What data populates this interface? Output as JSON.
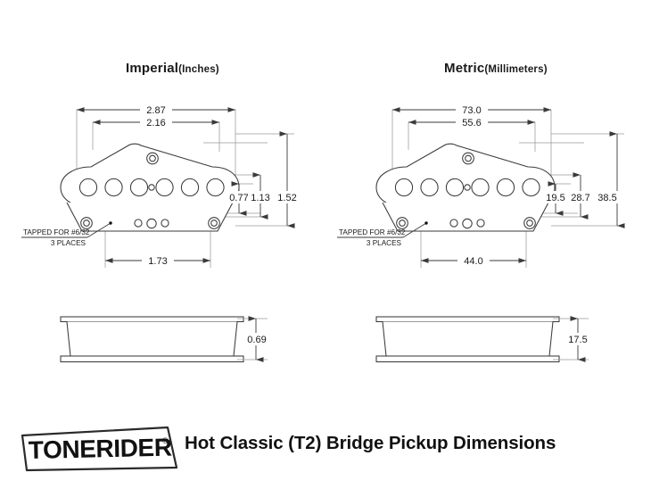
{
  "document": {
    "title": "Hot Classic (T2) Bridge Pickup Dimensions",
    "brand": "TONERIDER",
    "brand_mark": "®",
    "background_color": "#ffffff",
    "line_color": "#3a3a3a",
    "text_color": "#1a1a1a"
  },
  "columns": [
    {
      "id": "imperial",
      "name": "Imperial",
      "unit_label": "(Inches)",
      "unit": "in",
      "note": {
        "line1": "TAPPED FOR #6/32",
        "line2": "3 PLACES"
      },
      "dimensions": {
        "overall_width": "2.87",
        "inner_width": "2.16",
        "screw_spacing": "1.73",
        "pole_to_bottom": "0.77",
        "mid_height": "1.13",
        "overall_height": "1.52",
        "side_height": "0.69"
      }
    },
    {
      "id": "metric",
      "name": "Metric",
      "unit_label": "(Millimeters)",
      "unit": "mm",
      "note": {
        "line1": "TAPPED FOR #6/32",
        "line2": "3 PLACES"
      },
      "dimensions": {
        "overall_width": "73.0",
        "inner_width": "55.6",
        "screw_spacing": "44.0",
        "pole_to_bottom": "19.5",
        "mid_height": "28.7",
        "overall_height": "38.5",
        "side_height": "17.5"
      }
    }
  ],
  "drawing_features": {
    "pole_piece_count": 6,
    "top_screw_holes": 1,
    "bottom_screw_holes": 2,
    "bottom_vent_holes": 3,
    "small_lead_hole": 1,
    "views": [
      "top-view",
      "side-view"
    ]
  }
}
